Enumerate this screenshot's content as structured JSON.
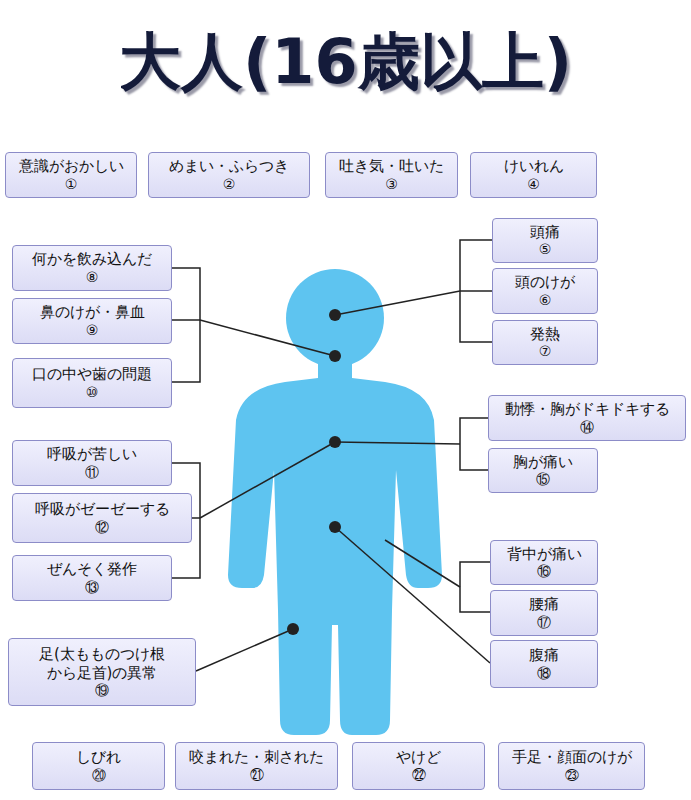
{
  "diagram": {
    "nodes": [
      {
        "text": [
          "意識がおかしい",
          "①"
        ]
      },
      {
        "text": [
          "めまい・ふらつき",
          "②"
        ]
      },
      {
        "text": [
          "吐き気・吐いた",
          "③"
        ]
      },
      {
        "text": [
          "けいれん",
          "④"
        ]
      },
      {
        "text": [
          "何かを飲み込んだ",
          "⑧"
        ]
      },
      {
        "text": [
          "頭痛",
          "⑤"
        ]
      },
      {
        "text": [
          "頭のけが",
          "⑥"
        ]
      },
      {
        "text": [
          "鼻のけが・鼻血",
          "⑨"
        ]
      },
      {
        "text": [
          "発熱",
          "⑦"
        ]
      },
      {
        "text": [
          "口の中や歯の問題",
          "⑩"
        ]
      },
      {
        "text": [
          "動悸・胸がドキドキする",
          "⑭"
        ]
      },
      {
        "text": [
          "呼吸が苦しい",
          "⑪"
        ]
      },
      {
        "text": [
          "胸が痛い",
          "⑮"
        ]
      },
      {
        "text": [
          "呼吸がゼーゼーする",
          "⑫"
        ]
      },
      {
        "text": [
          "背中が痛い",
          "⑯"
        ]
      },
      {
        "text": [
          "ぜんそく発作",
          "⑬"
        ]
      },
      {
        "text": [
          "腰痛",
          "⑰"
        ]
      },
      {
        "text": [
          "足(太もものつけ根 から足首)の異常",
          "⑲"
        ]
      },
      {
        "text": [
          "腹痛",
          "⑱"
        ]
      },
      {
        "text": [
          "しびれ",
          "⑳"
        ]
      },
      {
        "text": [
          "咬まれた・刺された",
          "㉑"
        ]
      },
      {
        "text": [
          "やけど",
          "㉒"
        ]
      },
      {
        "text": [
          "手足・顔面のけが",
          "㉓"
        ]
      }
    ],
    "labels": [
      "大人(16歳以上)"
    ]
  }
}
